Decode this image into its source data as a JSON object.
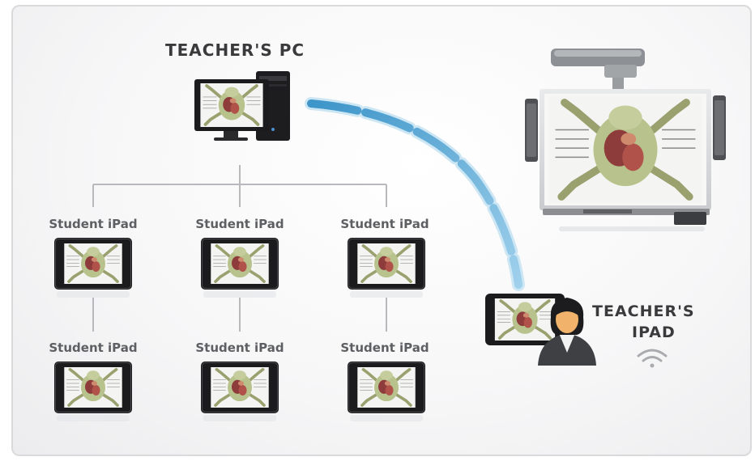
{
  "teacher_pc": {
    "title": "TEACHER'S PC"
  },
  "teacher_ipad": {
    "title_line1": "TEACHER'S",
    "title_line2": "IPAD"
  },
  "students": [
    {
      "label": "Student iPad"
    },
    {
      "label": "Student iPad"
    },
    {
      "label": "Student iPad"
    },
    {
      "label": "Student iPad"
    },
    {
      "label": "Student iPad"
    },
    {
      "label": "Student iPad"
    }
  ],
  "colors": {
    "heading": "#3a3a3c",
    "student_label": "#5d5f62",
    "connector": "#b7b9bc",
    "wireless_arc": "#5aaad6",
    "frog_skin": "#b8c28d",
    "frog_organs": "#8e3b3b"
  },
  "icons": [
    "desktop-pc-icon",
    "tablet-icon",
    "projector-icon",
    "interactive-whiteboard-icon",
    "teacher-avatar-icon",
    "wifi-icon"
  ]
}
